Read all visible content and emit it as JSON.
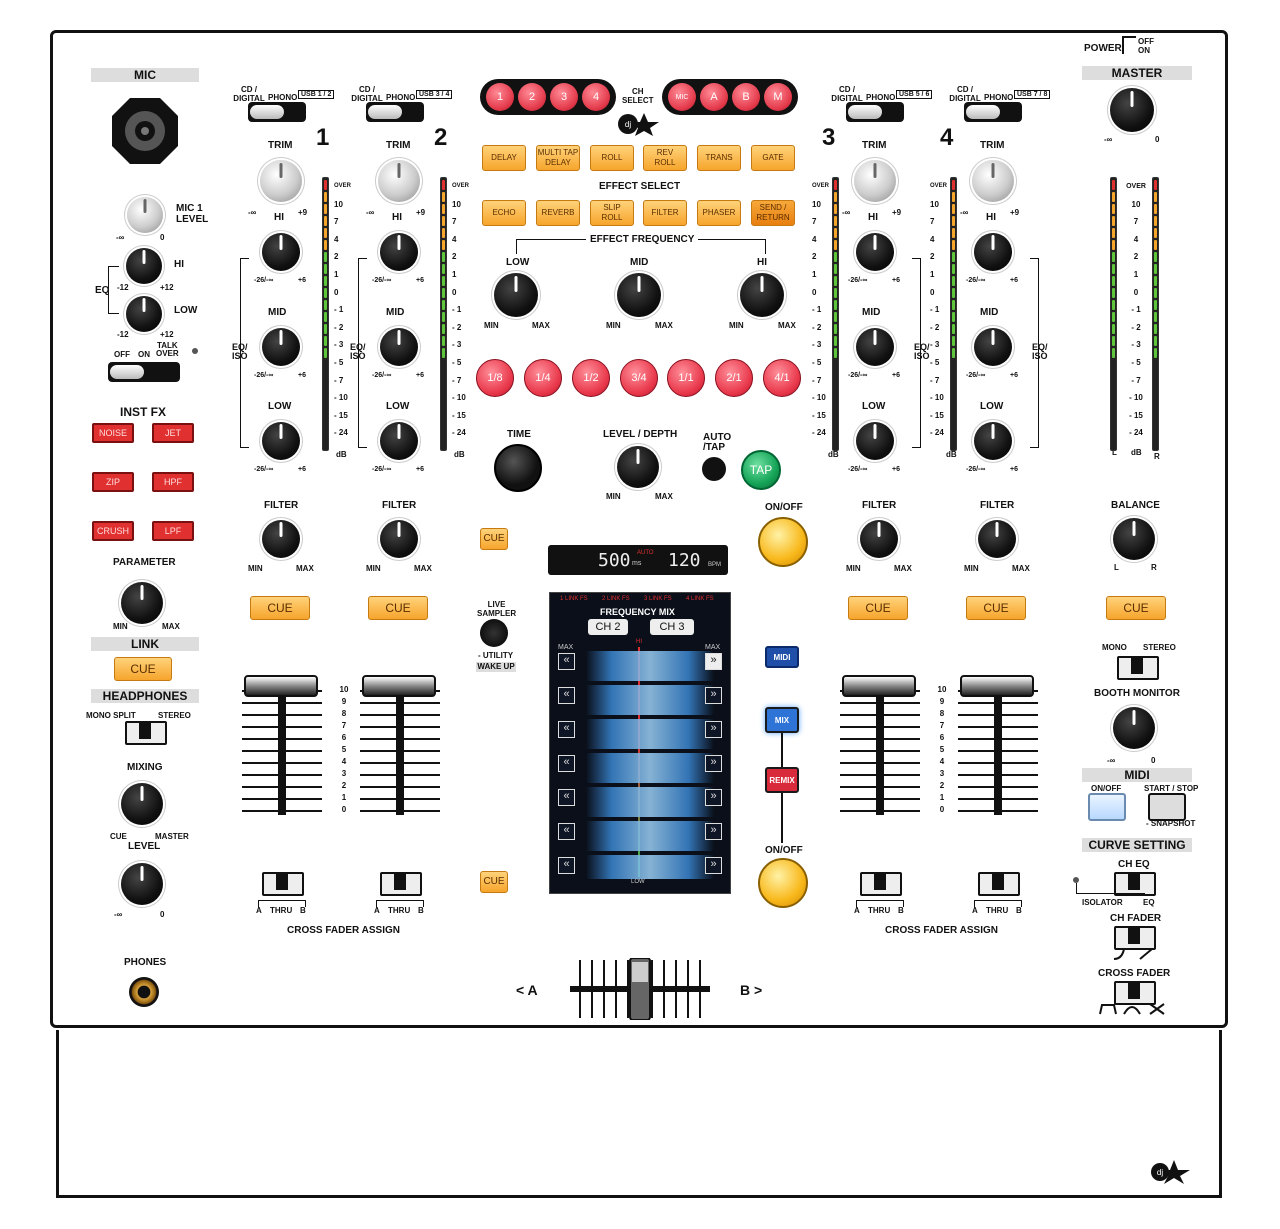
{
  "power": {
    "label": "POWER",
    "off": "OFF",
    "on": "ON"
  },
  "mic": {
    "title": "MIC",
    "level_label": "MIC 1\nLEVEL",
    "eq_label": "EQ",
    "hi": "HI",
    "low": "LOW",
    "minus12": "-12",
    "plus12": "+12",
    "off": "OFF",
    "on": "ON",
    "talkover": "TALK\nOVER",
    "neg_inf": "-∞",
    "zero": "0"
  },
  "instfx": {
    "title": "INST FX",
    "buttons": [
      "NOISE",
      "JET",
      "ZIP",
      "HPF",
      "CRUSH",
      "LPF"
    ],
    "parameter": "PARAMETER",
    "min": "MIN",
    "max": "MAX"
  },
  "link": {
    "title": "LINK",
    "cue": "CUE"
  },
  "headphones": {
    "title": "HEADPHONES",
    "mono_split": "MONO SPLIT",
    "stereo": "STEREO",
    "mixing": "MIXING",
    "cue": "CUE",
    "master": "MASTER",
    "level": "LEVEL",
    "neg_inf": "-∞",
    "zero": "0",
    "phones": "PHONES"
  },
  "channels": [
    {
      "num": "1",
      "src_cd": "CD / DIGITAL",
      "src_phono": "PHONO",
      "usb": "USB 1 / 2"
    },
    {
      "num": "2",
      "src_cd": "CD / DIGITAL",
      "src_phono": "PHONO",
      "usb": "USB 3 / 4"
    },
    {
      "num": "3",
      "src_cd": "CD / DIGITAL",
      "src_phono": "PHONO",
      "usb": "USB 5 / 6"
    },
    {
      "num": "4",
      "src_cd": "CD / DIGITAL",
      "src_phono": "PHONO",
      "usb": "USB 7 / 8"
    }
  ],
  "chlabels": {
    "trim": "TRIM",
    "hi": "HI",
    "mid": "MID",
    "low": "LOW",
    "eqiso": "EQ/\nISO",
    "filter": "FILTER",
    "min": "MIN",
    "max": "MAX",
    "cue": "CUE",
    "range_lo": "-26/-∞",
    "range_hi": "+6",
    "neg_inf": "-∞",
    "plus9": "+9",
    "db": "dB",
    "thru": "THRU",
    "a": "A",
    "b": "B",
    "cfa": "CROSS FADER ASSIGN"
  },
  "meter_scale": [
    "OVER",
    "10",
    "7",
    "4",
    "2",
    "1",
    "0",
    "- 1",
    "- 2",
    "- 3",
    "- 5",
    "- 7",
    "- 10",
    "- 15",
    "- 24"
  ],
  "fader_scale": [
    "10",
    "9",
    "8",
    "7",
    "6",
    "5",
    "4",
    "3",
    "2",
    "1",
    "0"
  ],
  "chselect": {
    "label": "CH\nSELECT",
    "left": [
      "1",
      "2",
      "3",
      "4"
    ],
    "right": [
      "MIC",
      "A",
      "B",
      "M"
    ]
  },
  "effect_select": {
    "label": "EFFECT SELECT",
    "row1": [
      "DELAY",
      "MULTI TAP\nDELAY",
      "ROLL",
      "REV\nROLL",
      "TRANS",
      "GATE"
    ],
    "row2": [
      "ECHO",
      "REVERB",
      "SLIP\nROLL",
      "FILTER",
      "PHASER",
      "SEND /\nRETURN"
    ]
  },
  "effect_freq": {
    "label": "EFFECT FREQUENCY",
    "low": "LOW",
    "mid": "MID",
    "hi": "HI",
    "min": "MIN",
    "max": "MAX"
  },
  "beats": [
    "1/8",
    "1/4",
    "1/2",
    "3/4",
    "1/1",
    "2/1",
    "4/1"
  ],
  "fxctl": {
    "time": "TIME",
    "level": "LEVEL / DEPTH",
    "auto": "AUTO\n/TAP",
    "tap": "TAP",
    "onoff": "ON/OFF",
    "min": "MIN",
    "max": "MAX",
    "cue": "CUE"
  },
  "display": {
    "ms": "500",
    "ms_unit": "ms",
    "auto": "AUTO",
    "bpm": "120",
    "bpm_unit": "BPM"
  },
  "sampler": {
    "live": "LIVE\nSAMPLER",
    "utility": "- UTILITY",
    "wakeup": "WAKE UP"
  },
  "screen": {
    "links": [
      "1 LINK FS",
      "2 LINK FS",
      "3 LINK FS",
      "4 LINK FS"
    ],
    "title": "FREQUENCY MIX",
    "ch_left": "CH 2",
    "ch_right": "CH 3",
    "hi": "HI",
    "low": "LOW",
    "max": "MAX"
  },
  "mixbuttons": {
    "midi": "MIDI",
    "mix": "MIX",
    "remix": "REMIX",
    "onoff": "ON/OFF"
  },
  "crossfader": {
    "a": "< A",
    "b": "B >"
  },
  "master": {
    "title": "MASTER",
    "neg_inf": "-∞",
    "zero": "0",
    "balance": "BALANCE",
    "l": "L",
    "r": "R",
    "cue": "CUE",
    "mono": "MONO",
    "stereo": "STEREO",
    "booth": "BOOTH MONITOR",
    "db": "dB"
  },
  "midi": {
    "title": "MIDI",
    "onoff": "ON/OFF",
    "startstop": "START / STOP",
    "snapshot": "- SNAPSHOT"
  },
  "curve": {
    "title": "CURVE SETTING",
    "cheq": "CH EQ",
    "isolator": "ISOLATOR",
    "eq": "EQ",
    "chfader": "CH FADER",
    "crossfader": "CROSS FADER"
  }
}
